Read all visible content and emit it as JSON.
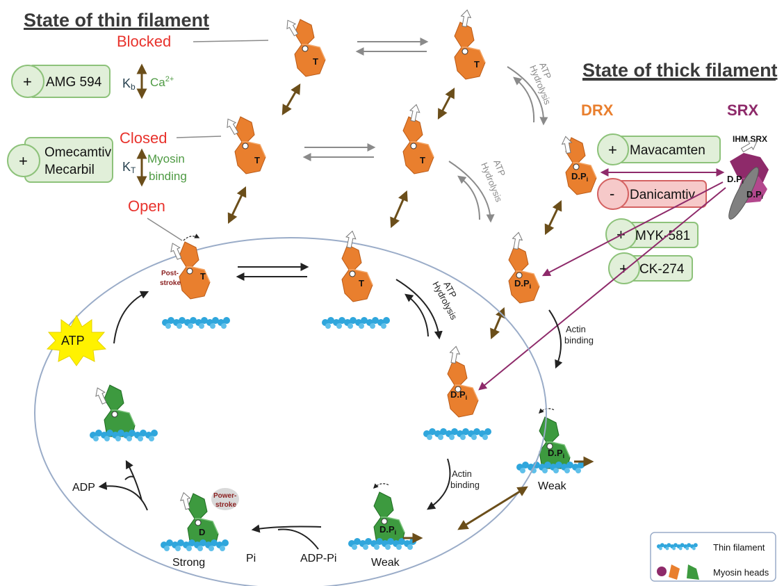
{
  "thin_filament_title": "State of thin filament",
  "thick_filament_title": "State of thick filament",
  "states": {
    "blocked": "Blocked",
    "closed": "Closed",
    "open": "Open"
  },
  "thick_states": {
    "drx": "DRX",
    "srx": "SRX",
    "ihm": "IHM SRX"
  },
  "drugs": {
    "amg": {
      "sign": "+",
      "name": "AMG 594"
    },
    "omecamtiv": {
      "sign": "+",
      "line1": "Omecamtiv",
      "line2": "Mecarbil"
    },
    "mavacamten": {
      "sign": "+",
      "name": "Mavacamten"
    },
    "danicamtiv": {
      "sign": "-",
      "name": "Danicamtiv"
    },
    "myk": {
      "sign": "+",
      "name": "MYK-581"
    },
    "ck": {
      "sign": "+",
      "name": "CK-274"
    }
  },
  "constants": {
    "kb": "K",
    "kb_sub": "b",
    "ca": "Ca",
    "ca_sup": "2+",
    "kt": "K",
    "kt_sub": "T",
    "myosin1": "Myosin",
    "myosin2": "binding"
  },
  "labels": {
    "atp": "ATP",
    "hydrolysis": "Hydrolysis",
    "actin": "Actin",
    "binding": "binding",
    "adp": "ADP",
    "pi": "Pi",
    "adp_pi": "ADP-Pi",
    "weak": "Weak",
    "strong": "Strong",
    "post1": "Post-",
    "post2": "stroke",
    "power1": "Power-",
    "power2": "stroke",
    "t": "T",
    "d": "D",
    "dp": "D.P",
    "dp_sub": "i"
  },
  "legend": {
    "thin": "Thin filament",
    "heads": "Myosin heads"
  },
  "colors": {
    "orange": "#e97f2e",
    "orange_dark": "#b95a17",
    "green": "#3d9a3f",
    "green_dark": "#1f6b22",
    "purple": "#8e2a6a",
    "brown": "#6b4e1a",
    "blue": "#2fa6dc",
    "red_state": "#e8322c",
    "drug_fill": "#e1efd9",
    "drug_stroke": "#8dc27a",
    "dani_fill": "#f6c9c9",
    "dani_stroke": "#d46262"
  }
}
